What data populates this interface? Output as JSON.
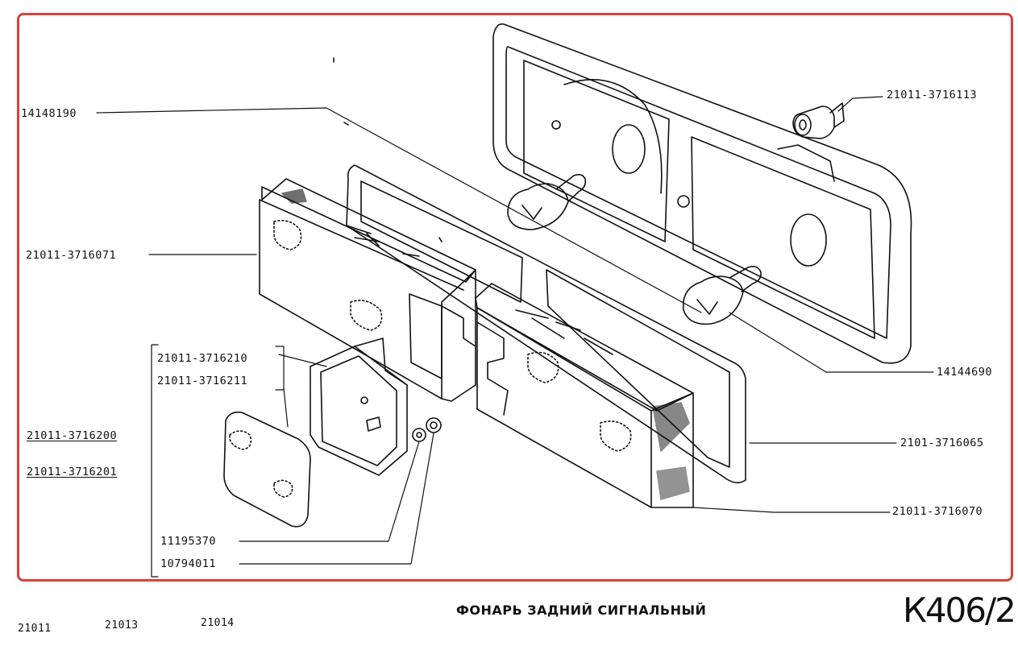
{
  "parts": {
    "p14148190": "14148190",
    "p21011_3716113": "21011-3716113",
    "p21011_3716071": "21011-3716071",
    "p21011_3716210": "21011-3716210",
    "p21011_3716211": "21011-3716211",
    "p21011_3716200": "21011-3716200",
    "p21011_3716201": "21011-3716201",
    "p14144690": "14144690",
    "p2101_3716065": "2101-3716065",
    "p21011_3716070": "21011-3716070",
    "p11195370": "11195370",
    "p10794011": "10794011"
  },
  "footer": {
    "models": [
      "21011",
      "21013",
      "21014"
    ],
    "title": "ФОНАРЬ ЗАДНИЙ СИГНАЛЬНЫЙ",
    "page_code": "К406/2"
  },
  "colors": {
    "frame": "#d8413f",
    "ink": "#111111"
  }
}
